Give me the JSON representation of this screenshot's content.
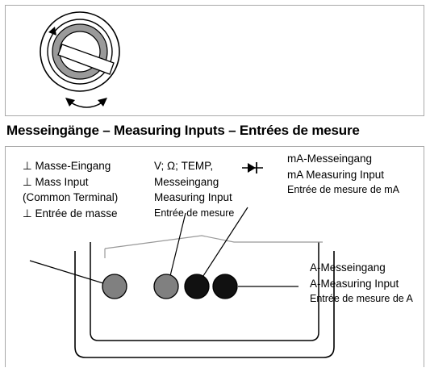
{
  "section_title": "Messeingänge – Measuring Inputs – Entrées de mesure",
  "labels": {
    "ground": [
      "⊥ Masse-Eingang",
      "⊥ Mass Input",
      "(Common Terminal)",
      "⊥ Entrée de masse"
    ],
    "voltage_line1": "V; Ω; TEMP,",
    "voltage": [
      "Messeingang",
      "Measuring Input",
      "Entrée de mesure"
    ],
    "milliamp": [
      "mA-Messeingang",
      "mA Measuring Input",
      "Entrée de mesure de mA"
    ],
    "amp": [
      "A-Messeingang",
      "A-Measuring Input",
      "Entrée de mesure de A"
    ]
  },
  "icons": {
    "diode": "diode-icon",
    "rotary_switch": "rotary-switch-icon",
    "rotate_arrow": "rotate-arrows-icon"
  },
  "colors": {
    "jack_gray": "#808080",
    "jack_black": "#111111",
    "frame": "#a9a9a9"
  }
}
